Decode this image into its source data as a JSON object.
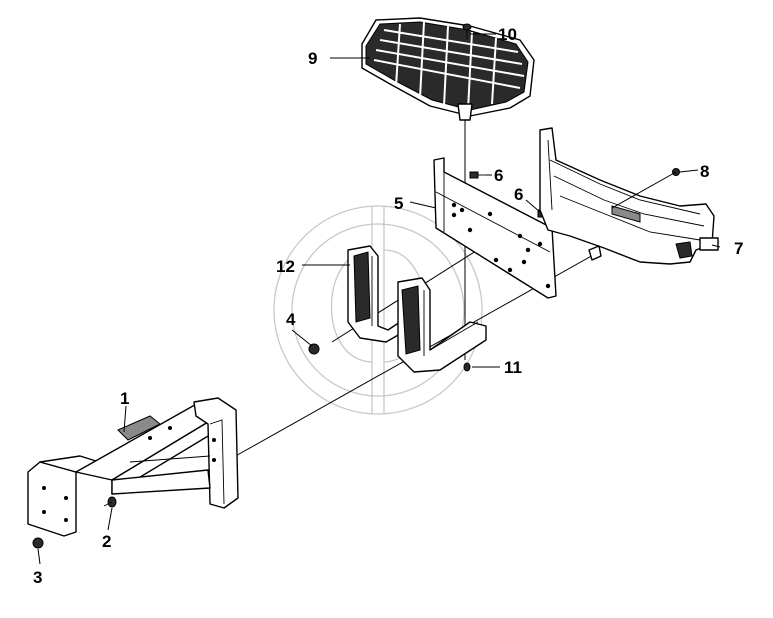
{
  "callouts": {
    "c1": "1",
    "c2": "2",
    "c3": "3",
    "c4": "4",
    "c5": "5",
    "c6a": "6",
    "c6b": "6",
    "c7": "7",
    "c8": "8",
    "c9": "9",
    "c10": "10",
    "c11": "11",
    "c12": "12"
  },
  "colors": {
    "line": "#000000",
    "watermark": "#c8c8c8",
    "background": "#ffffff"
  }
}
